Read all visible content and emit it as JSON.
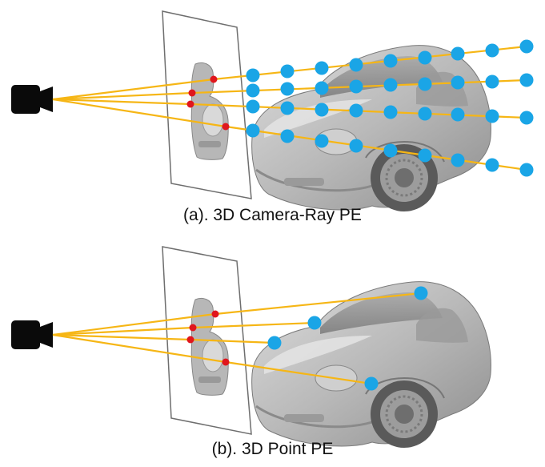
{
  "panels": [
    {
      "id": "a",
      "caption": "(a). 3D Camera-Ray PE"
    },
    {
      "id": "b",
      "caption": "(b). 3D Point PE"
    }
  ],
  "colors": {
    "ray": "#f6b615",
    "point": "#1aa5e6",
    "projection": "#e0161d",
    "camera": "#0a0a0a",
    "plane": "#6e6e6e",
    "car": "#b4b4b4"
  },
  "icons": {
    "camera": "camera-icon",
    "car": "car-icon"
  }
}
